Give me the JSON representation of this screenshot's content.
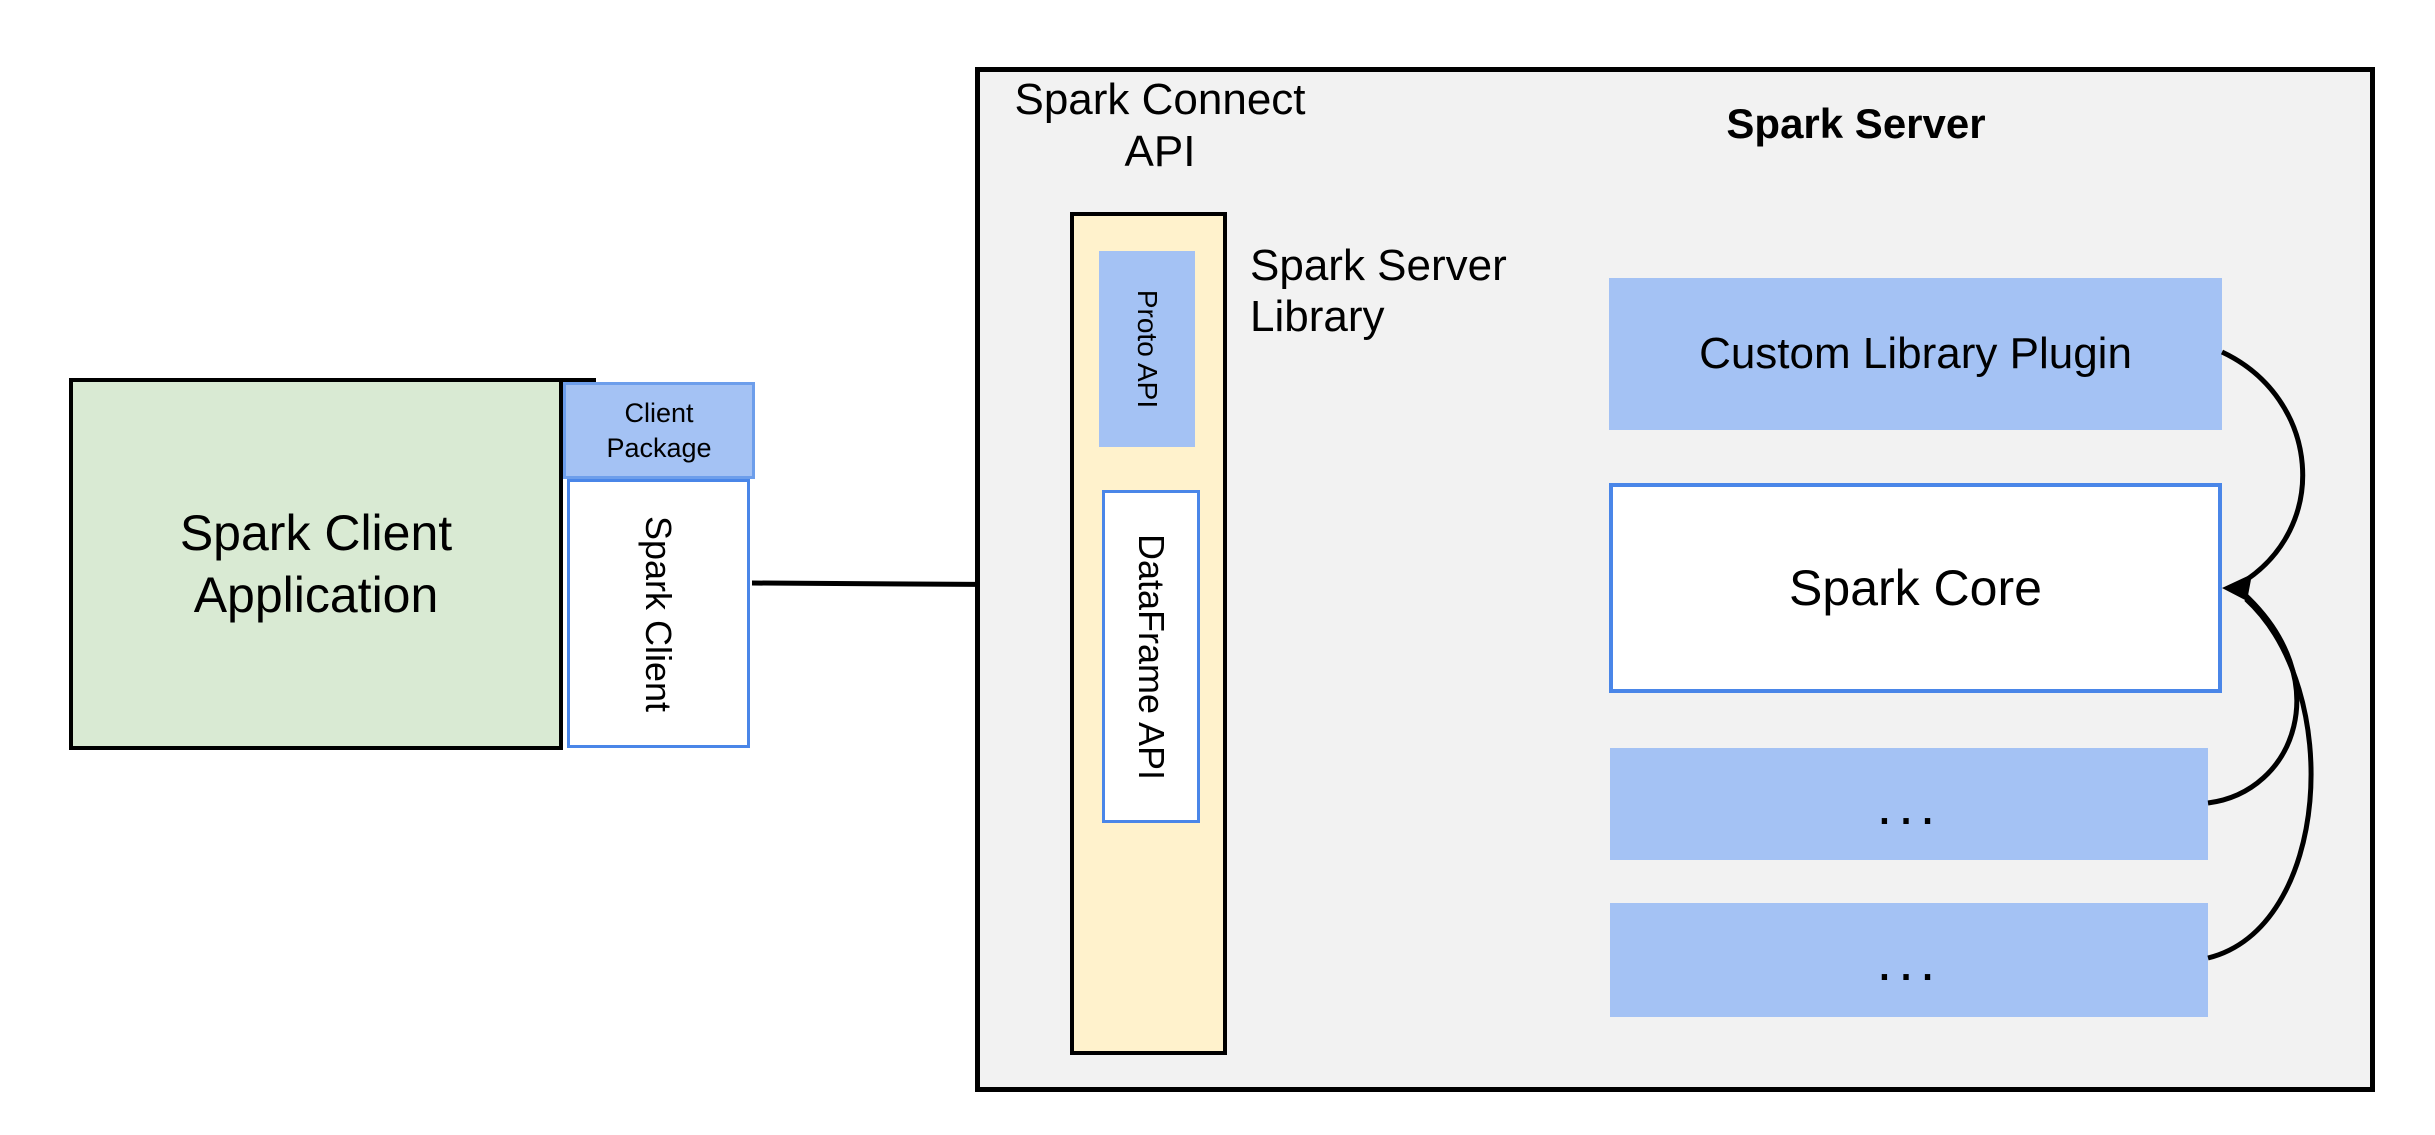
{
  "colors": {
    "canvas_bg": "#ffffff",
    "gray_fill": "#f2f2f2",
    "green_fill": "#d9ead3",
    "blue_fill": "#a4c2f4",
    "yellow_fill": "#fff2cc",
    "blue_border": "#4a86e8",
    "package_border": "#6d9eeb",
    "black": "#000000"
  },
  "client": {
    "app_label": "Spark Client\nApplication",
    "package_label": "Client\nPackage",
    "spark_client_label": "Spark Client"
  },
  "connect": {
    "api_label": "Spark Connect\nAPI",
    "proto_label": "Proto API",
    "dataframe_label": "DataFrame API",
    "library_label": "Spark Server\nLibrary"
  },
  "server": {
    "title": "Spark Server",
    "plugin_label": "Custom Library Plugin",
    "core_label": "Spark Core",
    "more_label_1": "...",
    "more_label_2": "..."
  }
}
